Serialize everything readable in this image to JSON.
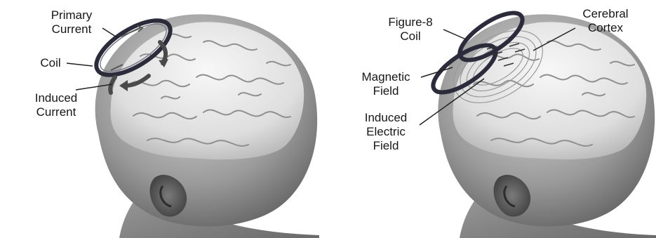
{
  "figure": {
    "left_panel": {
      "labels": {
        "primary_current": [
          "Primary",
          "Current"
        ],
        "coil": "Coil",
        "induced_current": [
          "Induced",
          "Current"
        ]
      }
    },
    "right_panel": {
      "labels": {
        "figure8_coil": [
          "Figure-8",
          "Coil"
        ],
        "cerebral_cortex": [
          "Cerebral",
          "Cortex"
        ],
        "magnetic_field": [
          "Magnetic",
          "Field"
        ],
        "induced_electric_field": [
          "Induced",
          "Electric",
          "Field"
        ]
      }
    }
  }
}
